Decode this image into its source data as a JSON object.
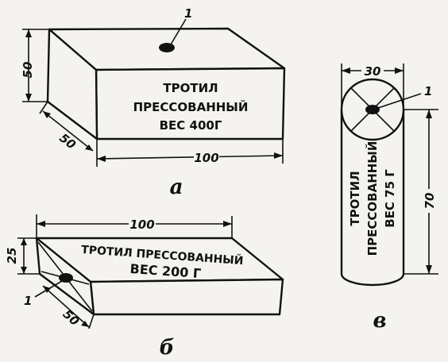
{
  "figure_a": {
    "label_lines": [
      "ТРОТИЛ",
      "ПРЕССОВАННЫЙ",
      "ВЕС 400Г"
    ],
    "dim_height": "50",
    "dim_depth": "50",
    "dim_length": "100",
    "callout": "1",
    "caption": "а"
  },
  "figure_b": {
    "label_lines": [
      "ТРОТИЛ ПРЕССОВАННЫЙ",
      "ВЕС 200 Г"
    ],
    "dim_length": "100",
    "dim_height": "25",
    "dim_depth": "50",
    "callout": "1",
    "caption": "б"
  },
  "figure_v": {
    "label_lines": [
      "ТРОТИЛ",
      "ПРЕССОВАННЫЙ",
      "ВЕС 75 Г"
    ],
    "dim_diameter": "30",
    "dim_length": "70",
    "callout": "1",
    "caption": "в"
  }
}
